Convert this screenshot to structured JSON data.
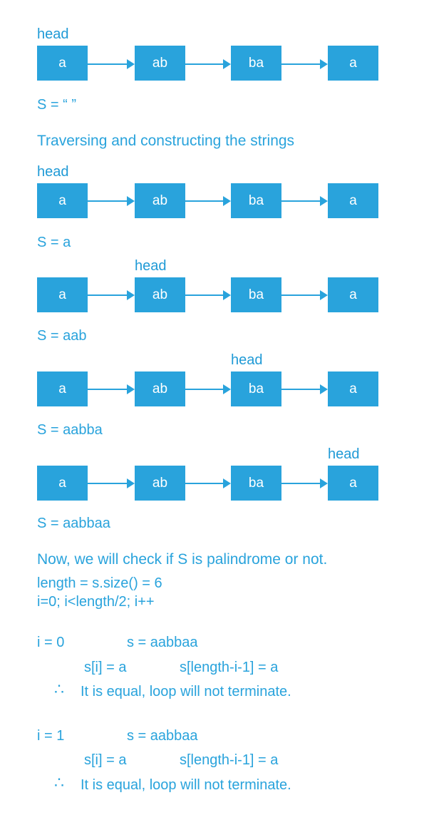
{
  "head_label": "head",
  "nodes": [
    "a",
    "ab",
    "ba",
    "a"
  ],
  "initial_string": "S = “   ”",
  "section_title": "Traversing and constructing the strings",
  "steps": [
    {
      "head_at": 0,
      "string": "S  =  a"
    },
    {
      "head_at": 1,
      "string": "S  =  aab"
    },
    {
      "head_at": 2,
      "string": "S  =  aabba"
    },
    {
      "head_at": 3,
      "string": "S  =  aabbaa"
    }
  ],
  "check": {
    "intro": "Now, we will check if S is palindrome or not.",
    "length_line": "length = s.size() = 6",
    "loop_line": "i=0;  i<length/2;  i++",
    "iterations": [
      {
        "i_label": "i = 0",
        "s_value": "s = aabbaa",
        "si": "s[i] = a",
        "sj": "s[length-i-1] = a",
        "therefore_symbol": "∴",
        "conclusion": "It is equal,  loop will not terminate."
      },
      {
        "i_label": "i = 1",
        "s_value": "s = aabbaa",
        "si": "s[i] = a",
        "sj": "s[length-i-1] = a",
        "therefore_symbol": "∴",
        "conclusion": "It is equal,  loop will not terminate."
      }
    ]
  },
  "colors": {
    "accent": "#29a3dc",
    "node_text": "#ffffff",
    "background": "#ffffff"
  }
}
